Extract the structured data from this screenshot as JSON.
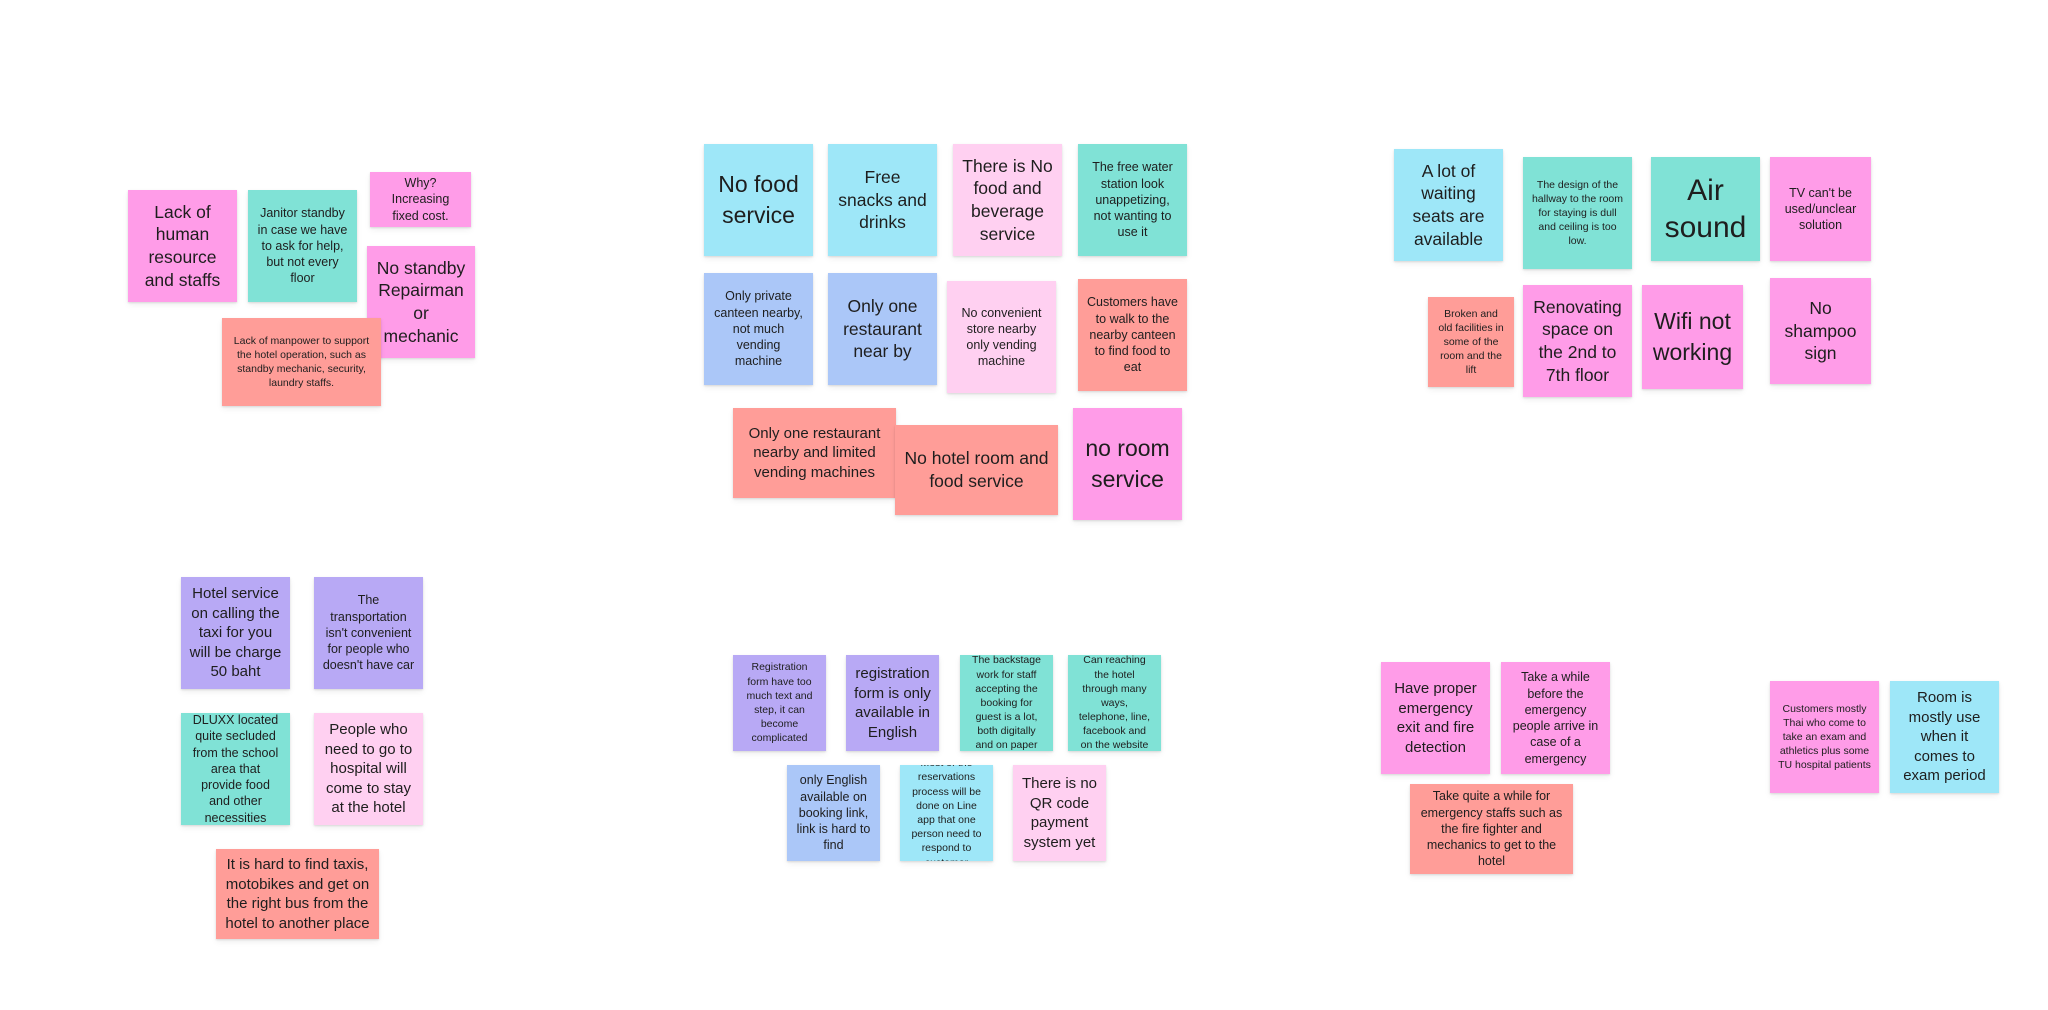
{
  "colors": {
    "pink": "#ff9ce8",
    "light_pink": "#ffd0f1",
    "cyan": "#9ee7f8",
    "teal": "#80e2d6",
    "salmon": "#ff9d98",
    "light_blue": "#abc7f8",
    "violet": "#b8a9f5"
  },
  "notes": {
    "n1": "Lack of human resource and staffs",
    "n2": "Janitor standby in case we have to ask for help, but not every floor",
    "n3": "Why? Increasing fixed cost.",
    "n4": "No standby Repairman or mechanic",
    "n5": "Lack of manpower to support the hotel operation, such as standby mechanic, security, laundry staffs.",
    "n6": "No food service",
    "n7": "Free snacks and drinks",
    "n8": "There is No food and beverage service",
    "n9": "The free water station look unappetizing, not wanting to use it",
    "n10": "Only private canteen nearby, not much vending machine",
    "n11": "Only one restaurant near by",
    "n12": "No convenient store nearby only vending machine",
    "n13": "Customers have to walk to the nearby canteen to find food to eat",
    "n14": "Only one restaurant nearby and limited vending machines",
    "n15": "No hotel room and food service",
    "n16": "no room service",
    "n17": "A lot of waiting seats are available",
    "n18": "The design of the hallway to the room for staying is dull and ceiling is too low.",
    "n19": "Air sound",
    "n20": "TV can't be used/unclear solution",
    "n21": "Broken and old facilities in some of the room and the lift",
    "n22": "Renovating space on the 2nd to 7th floor",
    "n23": "Wifi not working",
    "n24": "No shampoo sign",
    "n25": "Hotel service on calling the taxi for you will be charge 50 baht",
    "n26": "The transportation isn't convenient for people who doesn't have car",
    "n27": "DLUXX located quite secluded from the school area that provide food and other necessities",
    "n28": "People who need to go to hospital will come to stay at the hotel",
    "n29": "It is hard to find taxis, motobikes and get on the right bus from the hotel to another place",
    "n30": "Registration form have too much text and step, it can become complicated",
    "n31": "registration form is only available in English",
    "n32": "The backstage work for staff accepting the booking for guest is a lot, both digitally and on paper",
    "n33": "Can reaching the hotel through many ways, telephone, line, facebook and on the website",
    "n34": "only English available on booking link, link is hard to find",
    "n35": "Most of the reservations process will be done on Line app that one person need to respond to customer",
    "n36": "There is no QR code payment system yet",
    "n37": "Have proper emergency exit and fire detection",
    "n38": "Take a while before the emergency people arrive in case of a emergency",
    "n39": "Take quite a while for emergency staffs such as the fire fighter and mechanics to get to the hotel",
    "n40": "Customers mostly Thai who come to take an exam and athletics plus some TU hospital patients",
    "n41": "Room is mostly use when it comes to exam period"
  }
}
